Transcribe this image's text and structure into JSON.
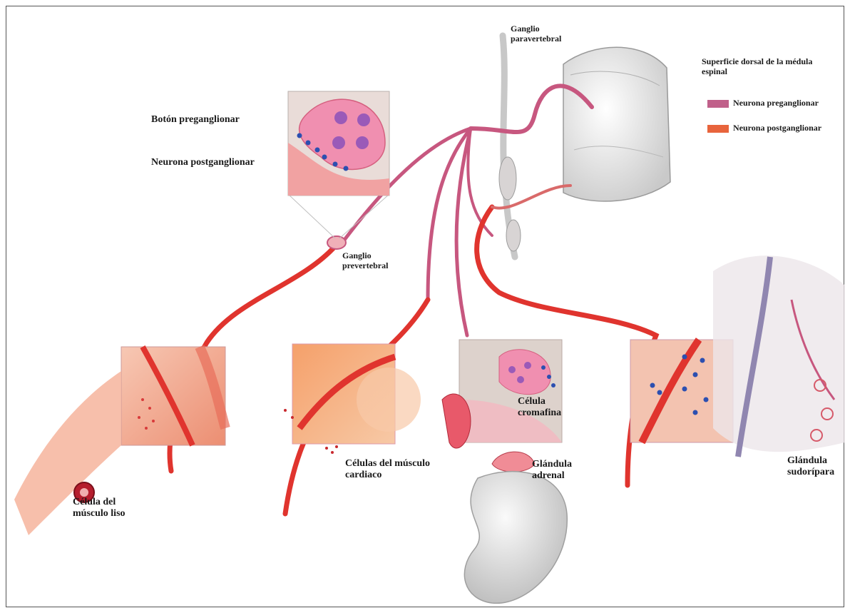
{
  "labels": {
    "ganglio_paravertebral": "Ganglio paravertebral",
    "superficie_dorsal": "Superficie dorsal de la médula espinal",
    "boton_preganglionar": "Botón preganglionar",
    "neurona_postganglionar": "Neurona postganglionar",
    "ganglio_prevertebral": "Ganglio prevertebral",
    "celula_musculo_liso": "Célula del músculo liso",
    "celulas_musculo_cardiaco": "Células del músculo cardiaco",
    "celula_cromafina": "Célula cromafina",
    "glandula_adrenal": "Glándula adrenal",
    "glandula_sudoripara": "Glándula sudorípara"
  },
  "legend": {
    "items": [
      {
        "label": "Neurona preganglionar",
        "color": "#c0608a"
      },
      {
        "label": "Neurona postganglionar",
        "color": "#e8643c"
      }
    ]
  },
  "colors": {
    "preganglionic": "#c7577f",
    "postganglionic": "#e0342e",
    "tissue": "#f4a995",
    "vesicle": "#2c4fb0"
  }
}
